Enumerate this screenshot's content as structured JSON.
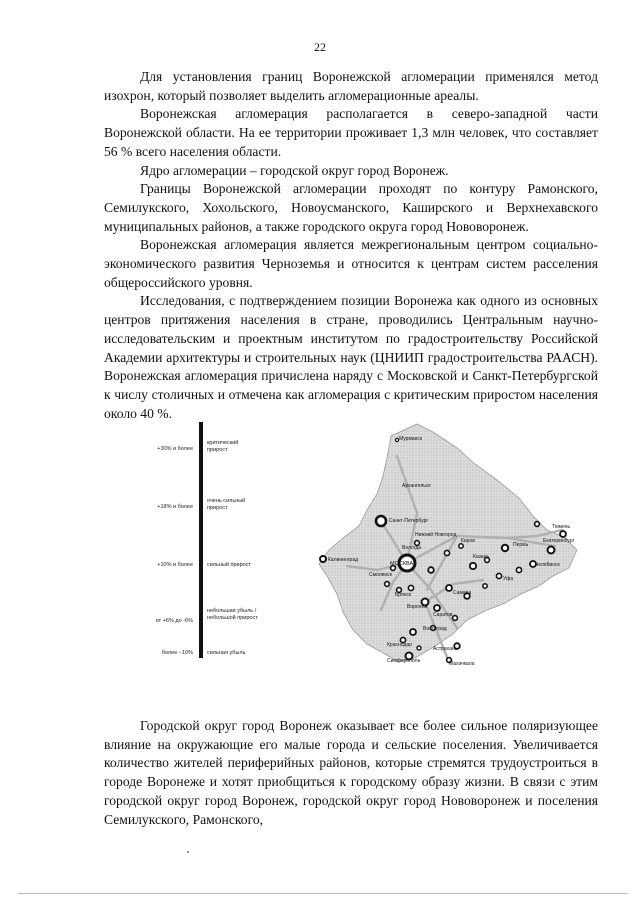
{
  "page_number": "22",
  "paragraphs_top": [
    "Для установления границ Воронежской агломерации применялся метод изохрон, который позволяет выделить агломерационные ареалы.",
    "Воронежская агломерация располагается в северо-западной части Воронежской области. На ее территории проживает 1,3 млн человек, что составляет 56 % всего населения области.",
    "Ядро агломерации – городской округ город Воронеж.",
    "Границы Воронежской агломерации проходят по контуру Рамонского, Семилукского, Хохольского, Новоусманского, Каширского и Верхнехавского муниципальных районов, а также городского округа город Нововоронеж.",
    "Воронежская агломерация является межрегиональным центром социально-экономического развития Черноземья и относится к центрам систем расселения общероссийского уровня.",
    "Исследования, с подтверждением позиции Воронежа как одного из основных центров притяжения населения в стране, проводились Центральным научно-исследовательским и проектным институтом по градостроительству Российской Академии архитектуры и строительных наук (ЦНИИП градостроительства РААСН). Воронежская агломерация причислена наряду с Московской и Санкт-Петербургской к числу столичных и отмечена как агломерация с критическим приростом населения около 40 %."
  ],
  "legend": [
    {
      "range": "+30% и более",
      "label": "критический прирост"
    },
    {
      "range": "+18% и более",
      "label": "очень сильный прирост"
    },
    {
      "range": "+10% и более",
      "label": "сильный прирост"
    },
    {
      "range": "от +6% до -6%",
      "label": "небольшая убыль / небольшой прирост"
    },
    {
      "range": "более −10%",
      "label": "сильная убыль"
    }
  ],
  "map_labels": {
    "murmansk": "Мурманск",
    "arkhangelsk": "Архангельск",
    "spb": "Санкт-Петербург",
    "kaliningrad": "Калининград",
    "moscow": "МОСКВА",
    "smolensk": "Смоленск",
    "voronezh": "Воронеж",
    "saratov": "Саратов",
    "samara": "Самара",
    "volgograd": "Волгоград",
    "krasnodar": "Краснодар",
    "astrakhan": "Астрахань",
    "simferopol": "Симферополь",
    "makhachkala": "Махачкала",
    "tyumen": "Тюмень",
    "yekaterinburg": "Екатеринбург",
    "perm": "Пермь",
    "kazan": "Казань",
    "nn": "Нижний Новгород",
    "kirov": "Киров",
    "chelyabinsk": "Челябинск",
    "vologda": "Вологда",
    "bryansk": "Брянск",
    "ufa": "Уфа"
  },
  "paragraphs_bottom": [
    "Городской округ город Воронеж оказывает все более сильное поляризующее влияние на окружающие его малые города и сельские поселения. Увеличивается количество жителей периферийных районов, которые стремятся трудоустроиться в городе Воронеже и хотят приобщиться к городскому образу жизни. В связи с этим городской округ город Воронеж, городской округ город Нововоронеж и поселения Семилукского, Рамонского,"
  ]
}
